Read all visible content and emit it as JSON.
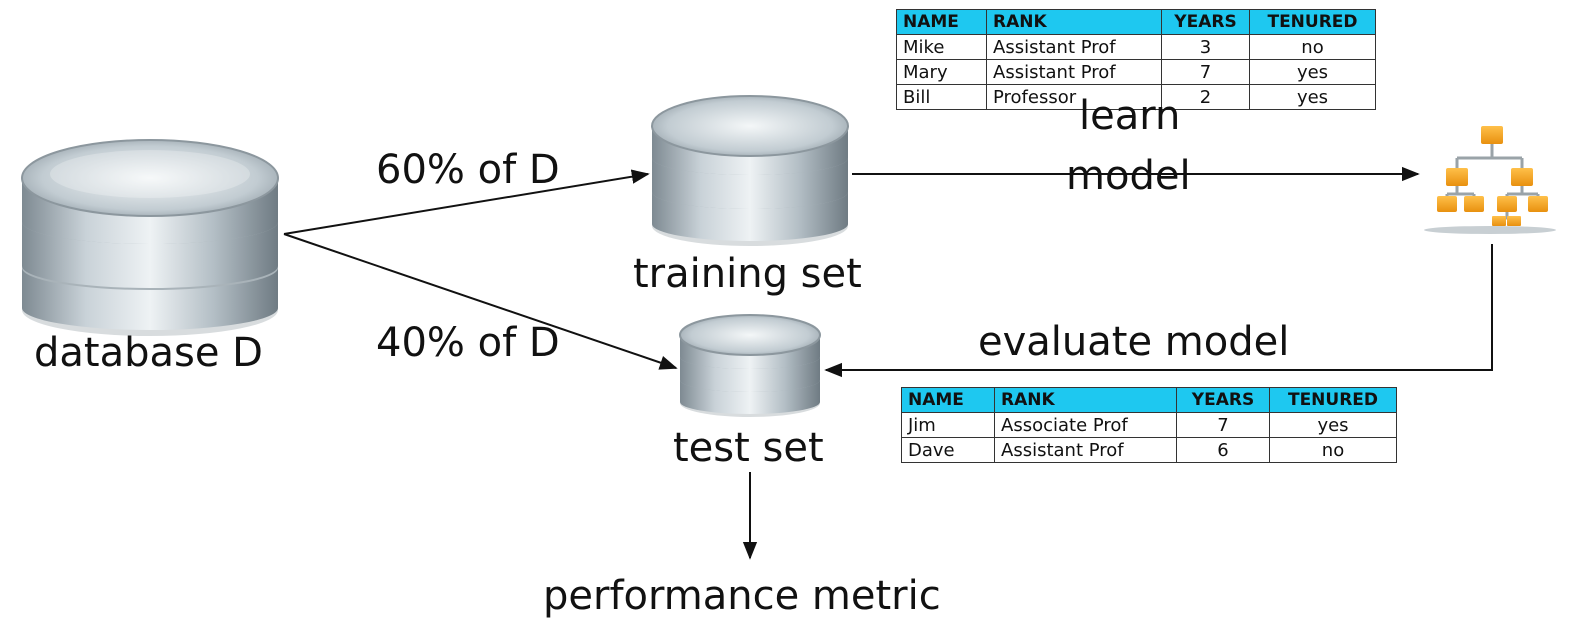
{
  "labels": {
    "database": "database D",
    "training_split": "60% of D",
    "test_split": "40% of D",
    "training_set": "training set",
    "test_set": "test set",
    "learn_line1": "learn",
    "learn_line2": "model",
    "evaluate": "evaluate model",
    "performance": "performance metric"
  },
  "training_table": {
    "headers": [
      "NAME",
      "RANK",
      "YEARS",
      "TENURED"
    ],
    "rows": [
      [
        "Mike",
        "Assistant Prof",
        "3",
        "no"
      ],
      [
        "Mary",
        "Assistant Prof",
        "7",
        "yes"
      ],
      [
        "Bill",
        "Professor",
        "2",
        "yes"
      ]
    ]
  },
  "test_table": {
    "headers": [
      "NAME",
      "RANK",
      "YEARS",
      "TENURED"
    ],
    "rows": [
      [
        "Jim",
        "Associate Prof",
        "7",
        "yes"
      ],
      [
        "Dave",
        "Assistant Prof",
        "6",
        "no"
      ]
    ]
  },
  "colors": {
    "table_header": "#1ec8f0",
    "model_node": "#f5a623",
    "database_silver": "#b8c2c8"
  },
  "icons": [
    "database-icon",
    "decision-tree-icon"
  ]
}
